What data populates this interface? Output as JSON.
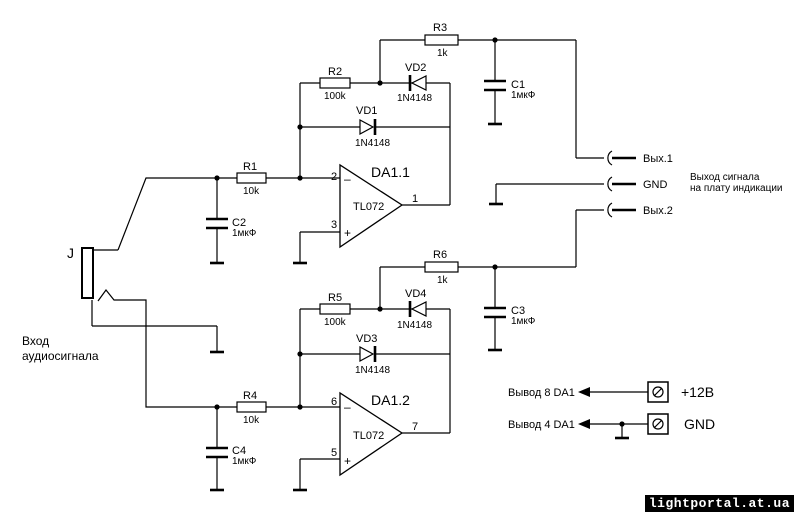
{
  "labels": {
    "R1": "R1",
    "R1v": "10k",
    "R2": "R2",
    "R2v": "100k",
    "R3": "R3",
    "R3v": "1k",
    "R4": "R4",
    "R4v": "10k",
    "R5": "R5",
    "R5v": "100k",
    "R6": "R6",
    "R6v": "1k",
    "C1": "C1",
    "C1v": "1мкФ",
    "C2": "C2",
    "C2v": "1мкФ",
    "C3": "C3",
    "C3v": "1мкФ",
    "C4": "C4",
    "C4v": "1мкФ",
    "VD1": "VD1",
    "VD1v": "1N4148",
    "VD2": "VD2",
    "VD2v": "1N4148",
    "VD3": "VD3",
    "VD3v": "1N4148",
    "VD4": "VD4",
    "VD4v": "1N4148",
    "DA11": "DA1.1",
    "DA11v": "TL072",
    "DA12": "DA1.2",
    "DA12v": "TL072",
    "p1": "1",
    "p2": "2",
    "p3": "3",
    "p5": "5",
    "p6": "6",
    "p7": "7",
    "minus": "–",
    "plus": "+",
    "J": "J",
    "input1": "Вход",
    "input2": "аудиосигнала",
    "out1": "Вых.1",
    "gnd1": "GND",
    "out2": "Вых.2",
    "outdesc1": "Выход сигнала",
    "outdesc2": "на плату индикации",
    "pin8": "Вывод 8 DA1",
    "pin4": "Вывод 4 DA1",
    "v12": "+12В",
    "gnd2": "GND"
  },
  "watermark": "lightportal.at.ua"
}
